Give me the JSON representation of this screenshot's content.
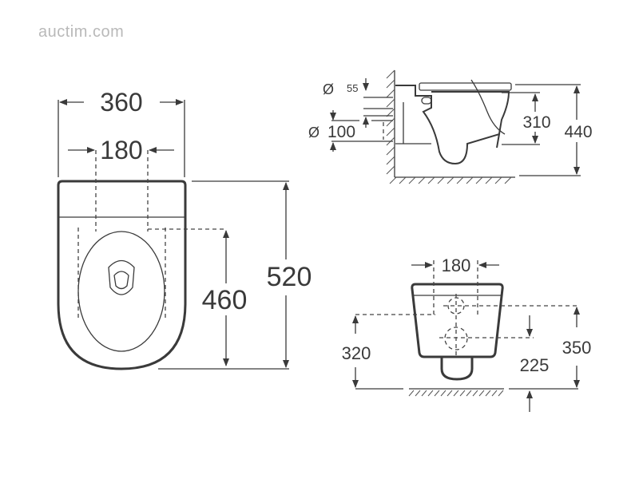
{
  "watermark": "auctim.com",
  "top_view": {
    "width_outer": "360",
    "width_inner": "180",
    "length_total": "520",
    "length_seat": "460"
  },
  "side_view": {
    "diameter_symbol": "Ø",
    "inlet_diameter": "55",
    "outlet_diameter": "100",
    "height_outlet": "310",
    "height_total": "440"
  },
  "rear_view": {
    "bolt_spacing": "180",
    "outlet_height": "320",
    "inlet_height": "225",
    "bolt_height": "350"
  }
}
